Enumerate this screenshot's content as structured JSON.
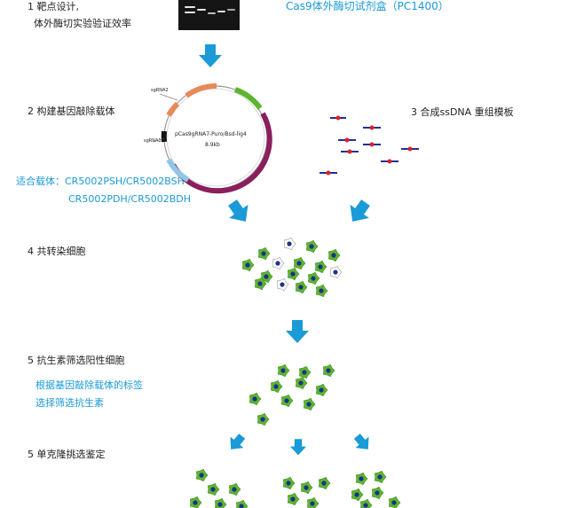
{
  "step1": {
    "line1": "1 靶点设计,",
    "line2": "体外酶切实验验证效率"
  },
  "kit_label": "Cas9体外酶切试剂盒（PC1400）",
  "step2": {
    "label": "2 构建基因敲除载体"
  },
  "step3": {
    "label": "3 合成ssDNA 重组模板"
  },
  "plasmid": {
    "name": "pCas9gRNA7-Puro/Bsd-lig4",
    "size": "8.9kb",
    "sgrna2": "sgRNA2",
    "sgrna1": "sgRNA1"
  },
  "vectors": {
    "line1": "适合载体：CR5002PSH/CR5002BSH",
    "line2": "CR5002PDH/CR5002BDH"
  },
  "step4": {
    "label": "4 共转染细胞"
  },
  "step5a": {
    "label": "5 抗生素筛选阳性细胞",
    "note1": "根据基因敲除载体的标签",
    "note2": "选择筛选抗生素"
  },
  "step5b": {
    "label": "5 单克隆挑选鉴定"
  },
  "colors": {
    "accent": "#1a9ad6",
    "cell_green": "#5cb531",
    "nucleus": "#1f2f8a",
    "plasmid": "#8a1f5c",
    "dna_red": "#e02020",
    "dna_blue": "#1f2f9a"
  }
}
